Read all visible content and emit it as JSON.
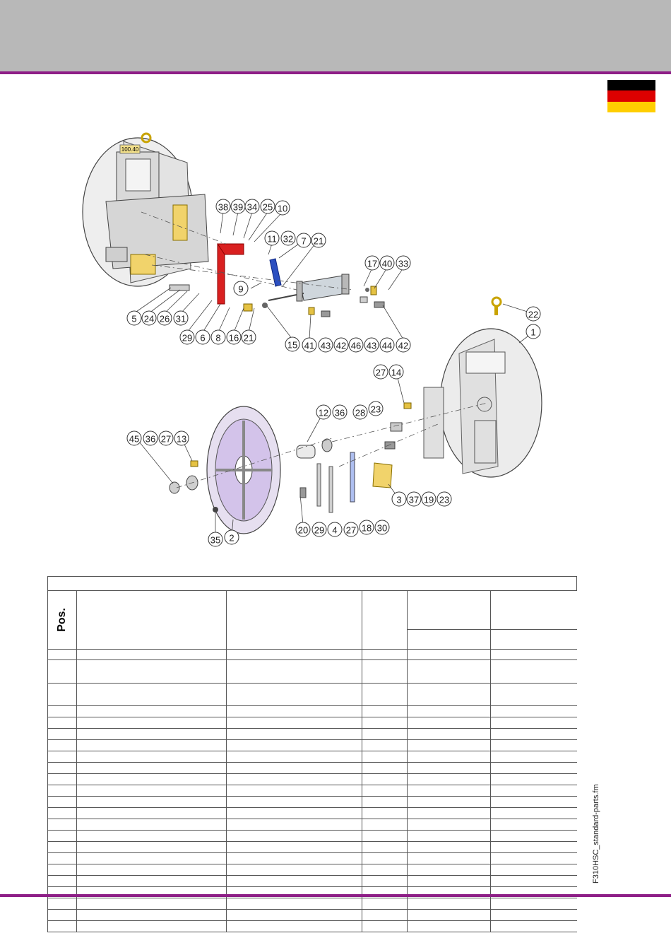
{
  "header": {
    "band_color": "#b8b8b8",
    "rule_color": "#8e1f87"
  },
  "flag": {
    "colors": [
      "#000000",
      "#dd0000",
      "#ffce00"
    ]
  },
  "diagram": {
    "upper_callouts": [
      {
        "n": "38"
      },
      {
        "n": "39"
      },
      {
        "n": "34"
      },
      {
        "n": "25"
      },
      {
        "n": "10"
      },
      {
        "n": "11"
      },
      {
        "n": "32"
      },
      {
        "n": "7"
      },
      {
        "n": "21"
      },
      {
        "n": "9"
      },
      {
        "n": "17"
      },
      {
        "n": "40"
      },
      {
        "n": "33"
      },
      {
        "n": "5"
      },
      {
        "n": "24"
      },
      {
        "n": "26"
      },
      {
        "n": "31"
      },
      {
        "n": "29"
      },
      {
        "n": "6"
      },
      {
        "n": "8"
      },
      {
        "n": "16"
      },
      {
        "n": "21"
      },
      {
        "n": "15"
      },
      {
        "n": "41"
      },
      {
        "n": "43"
      },
      {
        "n": "42"
      },
      {
        "n": "46"
      },
      {
        "n": "43"
      },
      {
        "n": "44"
      },
      {
        "n": "42"
      },
      {
        "n": "22"
      },
      {
        "n": "1"
      }
    ],
    "lower_callouts": [
      {
        "n": "27"
      },
      {
        "n": "14"
      },
      {
        "n": "12"
      },
      {
        "n": "36"
      },
      {
        "n": "28"
      },
      {
        "n": "23"
      },
      {
        "n": "45"
      },
      {
        "n": "36"
      },
      {
        "n": "27"
      },
      {
        "n": "13"
      },
      {
        "n": "3"
      },
      {
        "n": "37"
      },
      {
        "n": "19"
      },
      {
        "n": "23"
      },
      {
        "n": "20"
      },
      {
        "n": "29"
      },
      {
        "n": "4"
      },
      {
        "n": "27"
      },
      {
        "n": "18"
      },
      {
        "n": "30"
      },
      {
        "n": "35"
      },
      {
        "n": "2"
      }
    ],
    "plate_label": "100.40"
  },
  "table": {
    "pos_header": "Pos.",
    "row_count": 23
  },
  "footer": {
    "filename": "F310HSC_standard-parts.fm"
  }
}
